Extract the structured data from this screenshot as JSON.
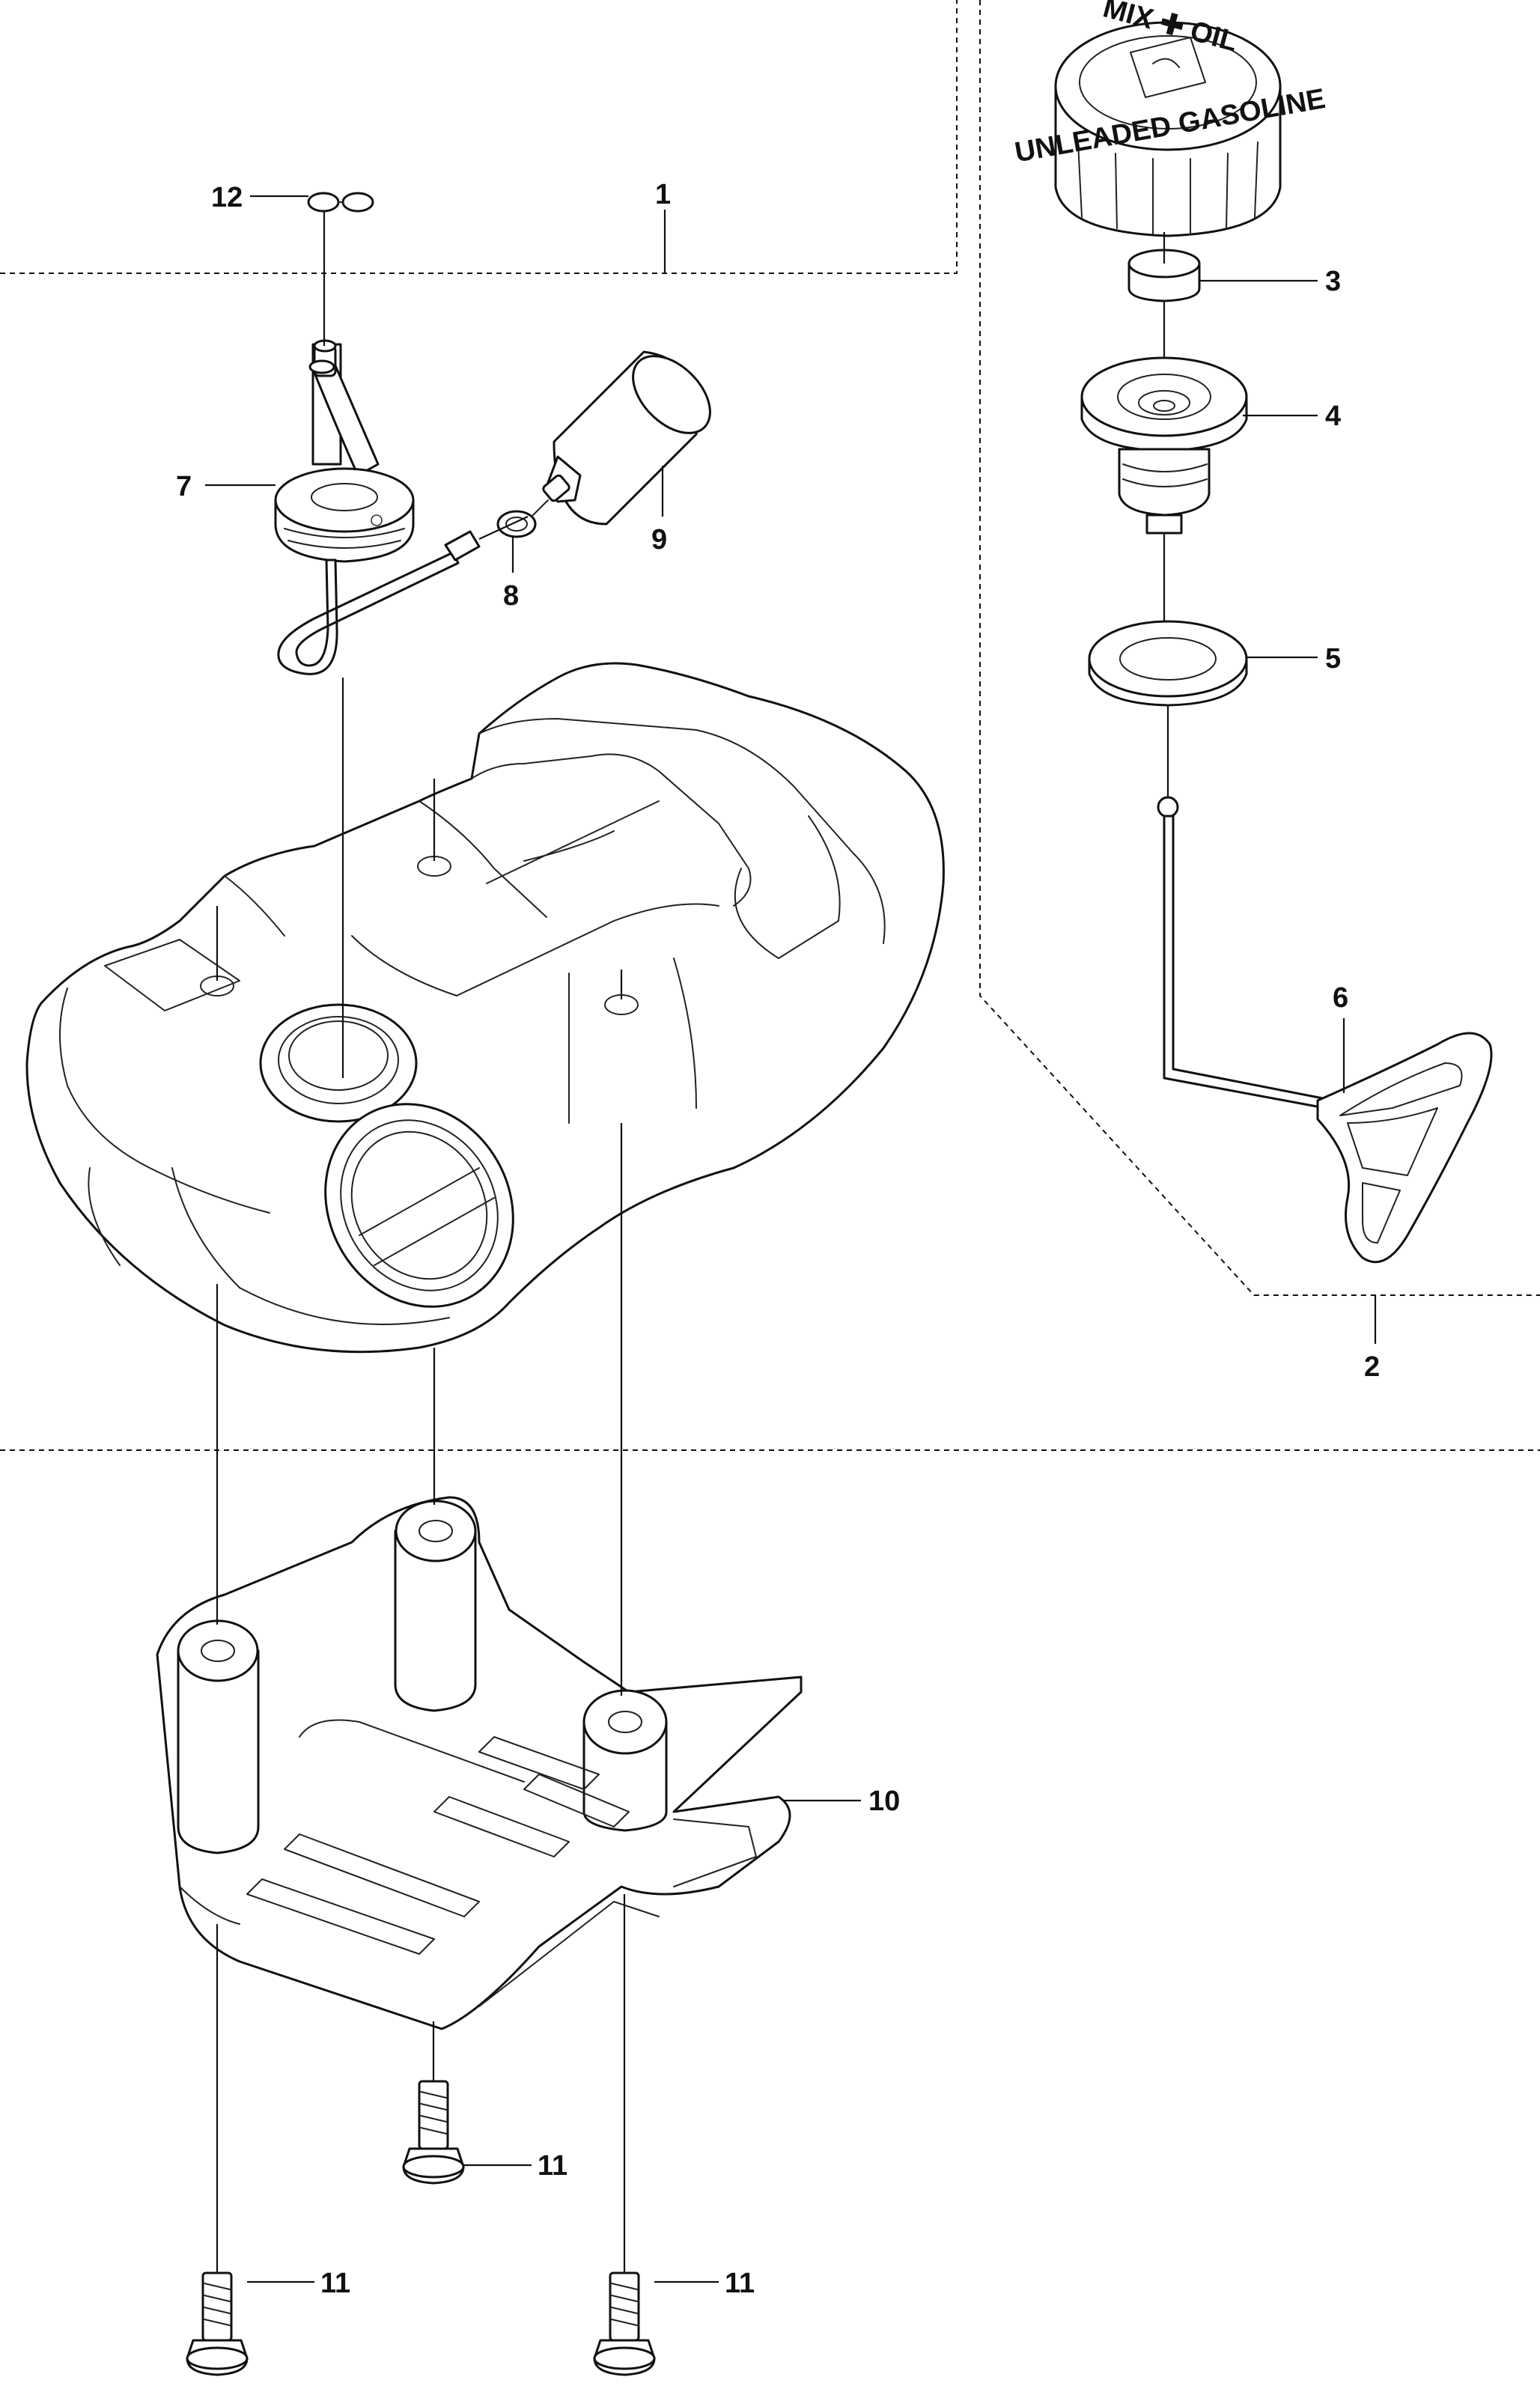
{
  "callouts": {
    "p1": "1",
    "p2": "2",
    "p3": "3",
    "p4": "4",
    "p5": "5",
    "p6": "6",
    "p7": "7",
    "p8": "8",
    "p9": "9",
    "p10": "10",
    "p11a": "11",
    "p11b": "11",
    "p11c": "11",
    "p12": "12"
  },
  "cap_text": {
    "top": "MIX ✚ OIL",
    "ring": "UNLEADED GASOLINE"
  }
}
